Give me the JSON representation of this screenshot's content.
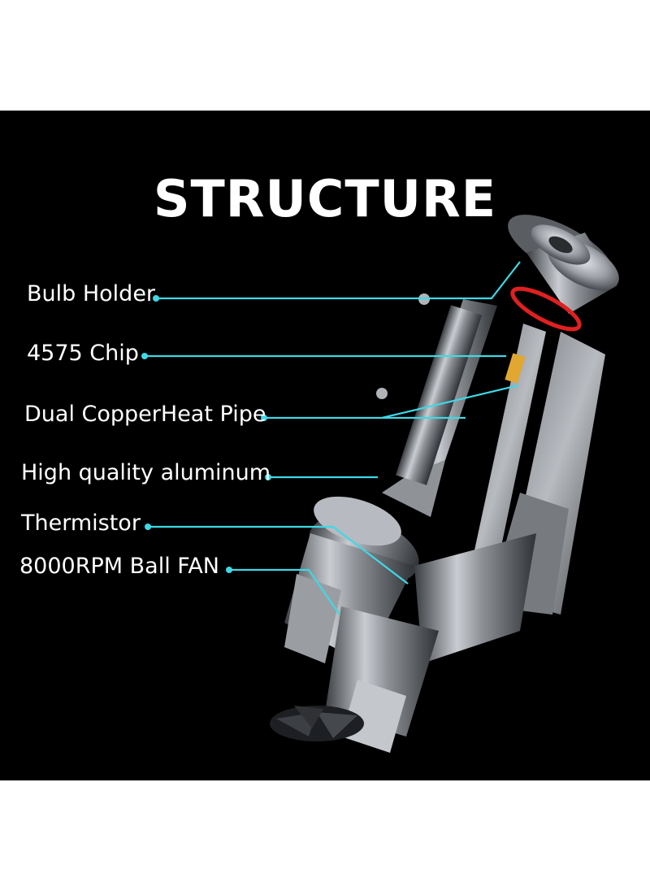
{
  "title": "STRUCTURE",
  "colors": {
    "background": "#000000",
    "text": "#ffffff",
    "leader": "#3fd8e6",
    "oring": "#e02020",
    "chip": "#e0a830"
  },
  "labels": [
    {
      "id": "bulb-holder",
      "text": "Bulb Holder"
    },
    {
      "id": "chip",
      "text": "4575 Chip"
    },
    {
      "id": "heat-pipe",
      "text": "Dual CopperHeat Pipe"
    },
    {
      "id": "aluminum",
      "text": "High quality aluminum"
    },
    {
      "id": "thermistor",
      "text": "Thermistor"
    },
    {
      "id": "fan",
      "text": "8000RPM Ball FAN"
    }
  ]
}
